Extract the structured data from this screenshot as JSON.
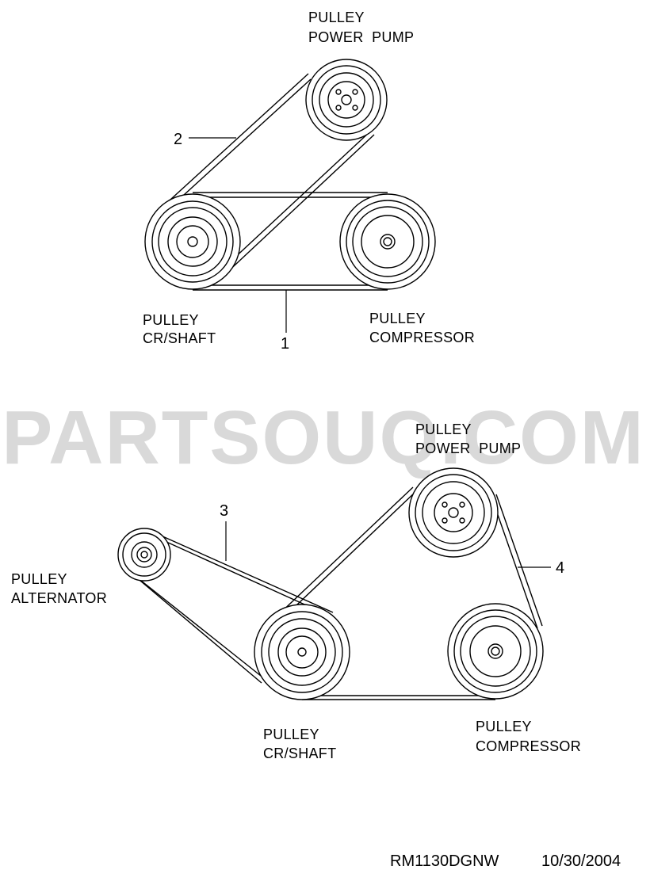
{
  "watermark": "PARTSOUQ.COM",
  "footer": {
    "code": "RM1130DGNW",
    "date": "10/30/2004"
  },
  "top_diagram": {
    "pump_label": [
      "PULLEY",
      "POWER  PUMP"
    ],
    "crankshaft_label": [
      "PULLEY",
      "CR/SHAFT"
    ],
    "compressor_label": [
      "PULLEY",
      "COMPRESSOR"
    ],
    "belt_numbers": {
      "power_pump_belt": "2",
      "compressor_belt": "1"
    }
  },
  "bottom_diagram": {
    "pump_label": [
      "PULLEY",
      "POWER  PUMP"
    ],
    "alternator_label": [
      "PULLEY",
      "ALTERNATOR"
    ],
    "crankshaft_label": [
      "PULLEY",
      "CR/SHAFT"
    ],
    "compressor_label": [
      "PULLEY",
      "COMPRESSOR"
    ],
    "belt_numbers": {
      "alternator_belt": "3",
      "pump_compressor_belt": "4"
    }
  }
}
